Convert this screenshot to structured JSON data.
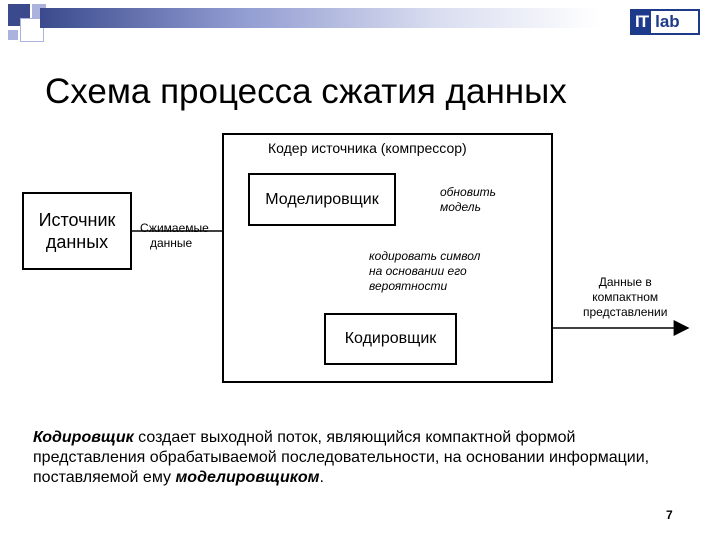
{
  "logo": {
    "it": "IT",
    "lab": "lab"
  },
  "title": "Схема процесса сжатия данных",
  "diagram": {
    "encoder_label": "Кодер источника (компрессор)",
    "source_line1": "Источник",
    "source_line2": "данных",
    "compressed_line1": "Сжимаемые",
    "compressed_line2": "данные",
    "modeler": "Моделировщик",
    "update_line1": "обновить",
    "update_line2": "модель",
    "encode_line1": "кодировать символ",
    "encode_line2": "на основании его",
    "encode_line3": "вероятности",
    "coder": "Кодировщик",
    "output_line1": "Данные в",
    "output_line2": "компактном",
    "output_line3": "представлении"
  },
  "body": {
    "coder_term": "Кодировщик",
    "text_a": " создает выходной поток, являющийся компактной формой представления обрабатываемой последовательности, на основании информации, поставляемой ему ",
    "modeler_term": "моделировщиком",
    "text_b": "."
  },
  "page_number": "7",
  "colors": {
    "accent": "#1e3a8a",
    "square_dark": "#3a4a8c",
    "square_light": "#aab2dd"
  }
}
